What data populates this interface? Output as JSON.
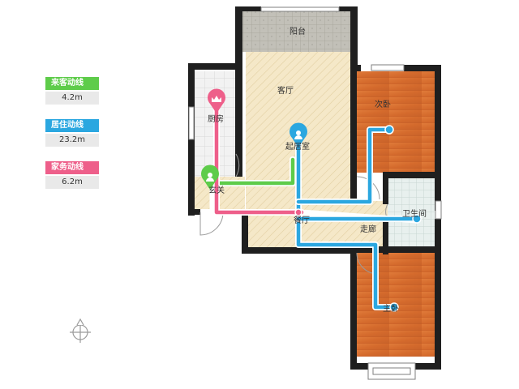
{
  "legend": {
    "visitor": {
      "label": "来客动线",
      "value": "4.2m",
      "color": "#5ecc4a"
    },
    "resident": {
      "label": "居住动线",
      "value": "23.2m",
      "color": "#2ba7e0"
    },
    "housework": {
      "label": "家务动线",
      "value": "6.2m",
      "color": "#ee5f8a"
    }
  },
  "rooms": {
    "balcony": "阳台",
    "living_room": "客厅",
    "kitchen": "厨房",
    "second_bedroom": "次卧",
    "sitting_room": "起居室",
    "entrance": "玄关",
    "bathroom": "卫生间",
    "dining": "餐厅",
    "corridor": "走廊",
    "master_bedroom": "主卧"
  },
  "icons": {
    "compass": "compass-icon",
    "kitchen_pin": "crown-pin-icon",
    "sitting_pin": "user-pin-icon",
    "entrance_pin": "user-pin-icon"
  }
}
